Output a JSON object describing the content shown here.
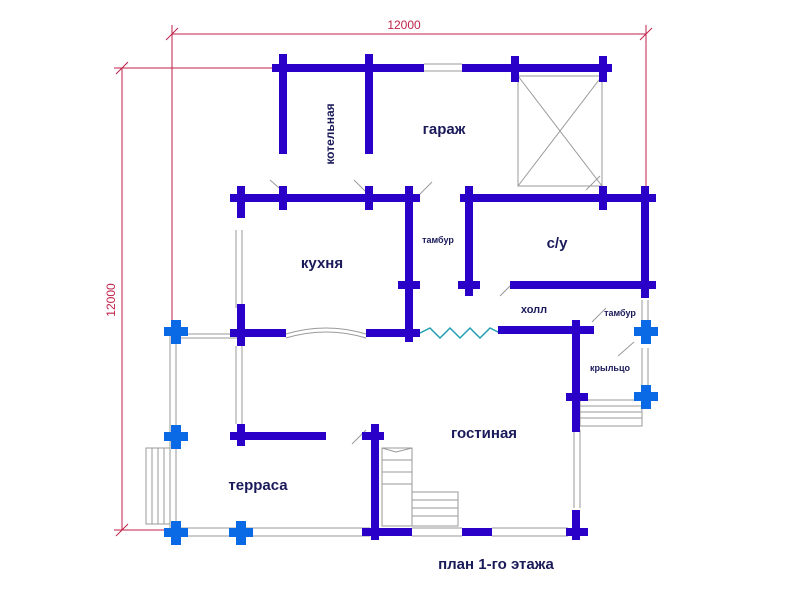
{
  "dimensions": {
    "width": "12000",
    "height": "12000"
  },
  "rooms": {
    "garage": "гараж",
    "boiler": "котельная",
    "kitchen": "кухня",
    "bathroom": "с/у",
    "vestibule_1": "тамбур",
    "hall": "холл",
    "vestibule_2": "тамбур",
    "porch": "крыльцо",
    "living_room": "гостиная",
    "terrace": "терраса"
  },
  "caption": "план 1-го этажа",
  "colors": {
    "walls": "#2a00c8",
    "posts": "#0a6ae6",
    "dimension_lines": "#c0224a"
  }
}
